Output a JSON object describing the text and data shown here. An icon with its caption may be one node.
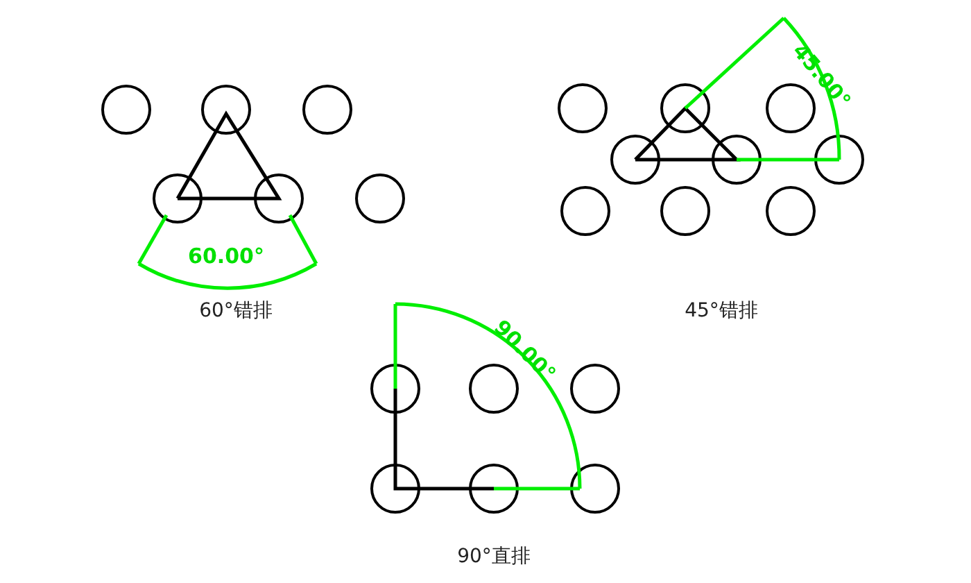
{
  "diagram": {
    "labels": [
      "60.00°",
      "60°错排",
      "45.00°",
      "45°错排",
      "90.00°",
      "90°直排"
    ]
  }
}
